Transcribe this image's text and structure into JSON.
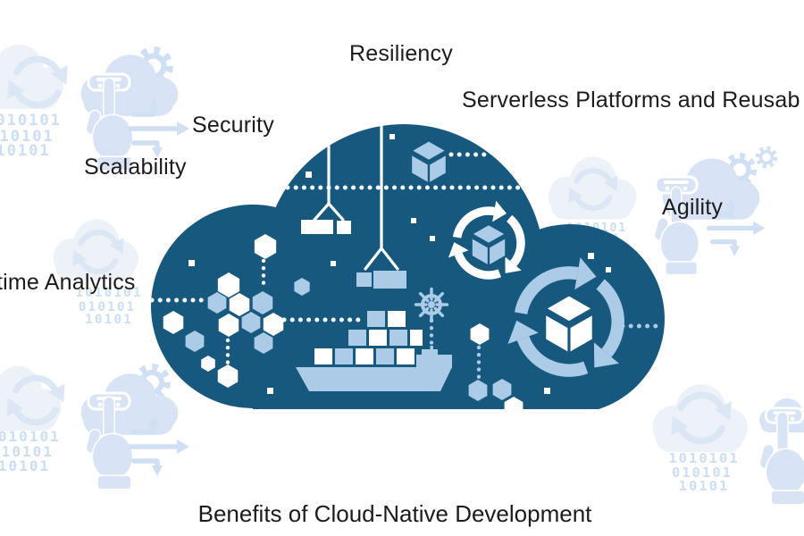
{
  "title": "Benefits of Cloud-Native Development",
  "labels": {
    "resiliency": "Resiliency",
    "serverless": "Serverless Platforms and Reusab",
    "security": "Security",
    "scalability": "Scalability",
    "agility": "Agility",
    "analytics": "time Analytics"
  },
  "binary": {
    "row1": "1010101",
    "row2": "010101",
    "row3": "10101"
  },
  "colors": {
    "cloud_dark": "#17587F",
    "accent_light_blue": "#ABCBE7",
    "white": "#FFFFFF",
    "bg_icon_blue": "#D8E4F6",
    "bg_icon_soft": "#EDF1F8",
    "bg_sync_arrows": "#DCE7F6",
    "bg_binary": "#CBDEF5",
    "text": "#1C1C1C"
  },
  "icons": [
    "cloud-sync-icon",
    "binary-rain-icon",
    "hand-click-cloud-icon",
    "gear-icon",
    "shuffle-arrows-icon",
    "crane-icon",
    "cube-icon",
    "cycle-cube-icon",
    "helm-icon",
    "container-ship-icon",
    "hexagon-cluster-icon"
  ]
}
